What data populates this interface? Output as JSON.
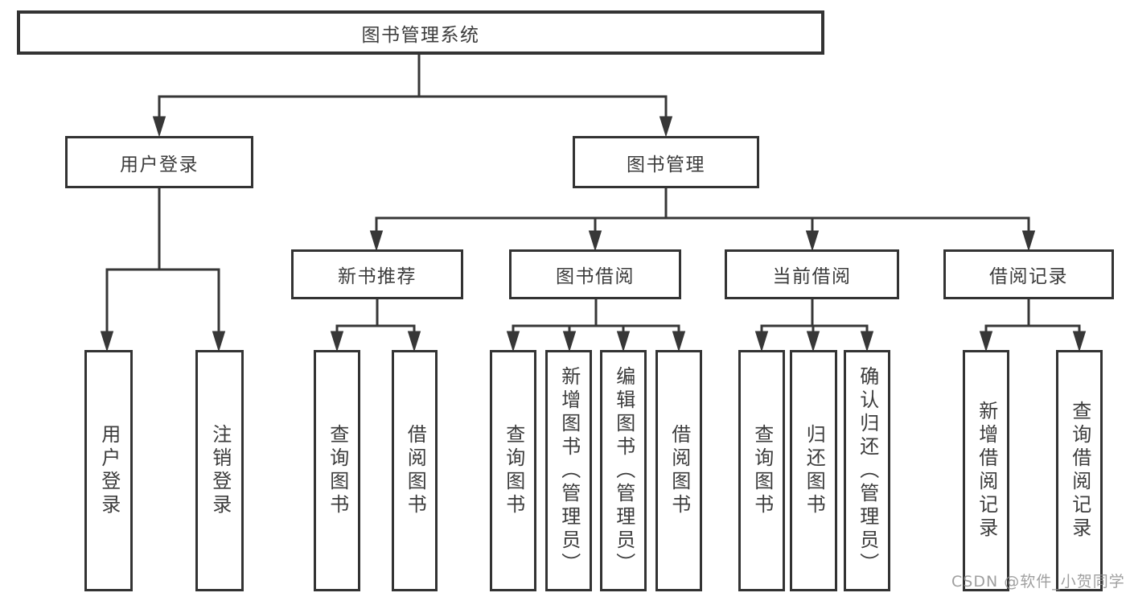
{
  "diagram": {
    "root": {
      "label": "图书管理系统"
    },
    "level2": [
      {
        "label": "用户登录"
      },
      {
        "label": "图书管理"
      }
    ],
    "level3": [
      {
        "parent": "图书管理",
        "label": "新书推荐"
      },
      {
        "parent": "图书管理",
        "label": "图书借阅"
      },
      {
        "parent": "图书管理",
        "label": "当前借阅"
      },
      {
        "parent": "图书管理",
        "label": "借阅记录"
      }
    ],
    "leaves": [
      {
        "parent": "用户登录",
        "label": "用户登录"
      },
      {
        "parent": "用户登录",
        "label": "注销登录"
      },
      {
        "parent": "新书推荐",
        "label": "查询图书"
      },
      {
        "parent": "新书推荐",
        "label": "借阅图书"
      },
      {
        "parent": "图书借阅",
        "label": "查询图书"
      },
      {
        "parent": "图书借阅",
        "label": "新增图书（管理员）"
      },
      {
        "parent": "图书借阅",
        "label": "编辑图书（管理员）"
      },
      {
        "parent": "图书借阅",
        "label": "借阅图书"
      },
      {
        "parent": "当前借阅",
        "label": "查询图书"
      },
      {
        "parent": "当前借阅",
        "label": "归还图书"
      },
      {
        "parent": "当前借阅",
        "label": "确认归还（管理员）"
      },
      {
        "parent": "借阅记录",
        "label": "新增借阅记录"
      },
      {
        "parent": "借阅记录",
        "label": "查询借阅记录"
      }
    ]
  },
  "watermark": "CSDN @软件_小贺同学",
  "colors": {
    "line": "#373737",
    "box_border": "#333333",
    "text": "#3c3c3c",
    "watermark": "#8f8f8f",
    "background": "#ffffff"
  }
}
